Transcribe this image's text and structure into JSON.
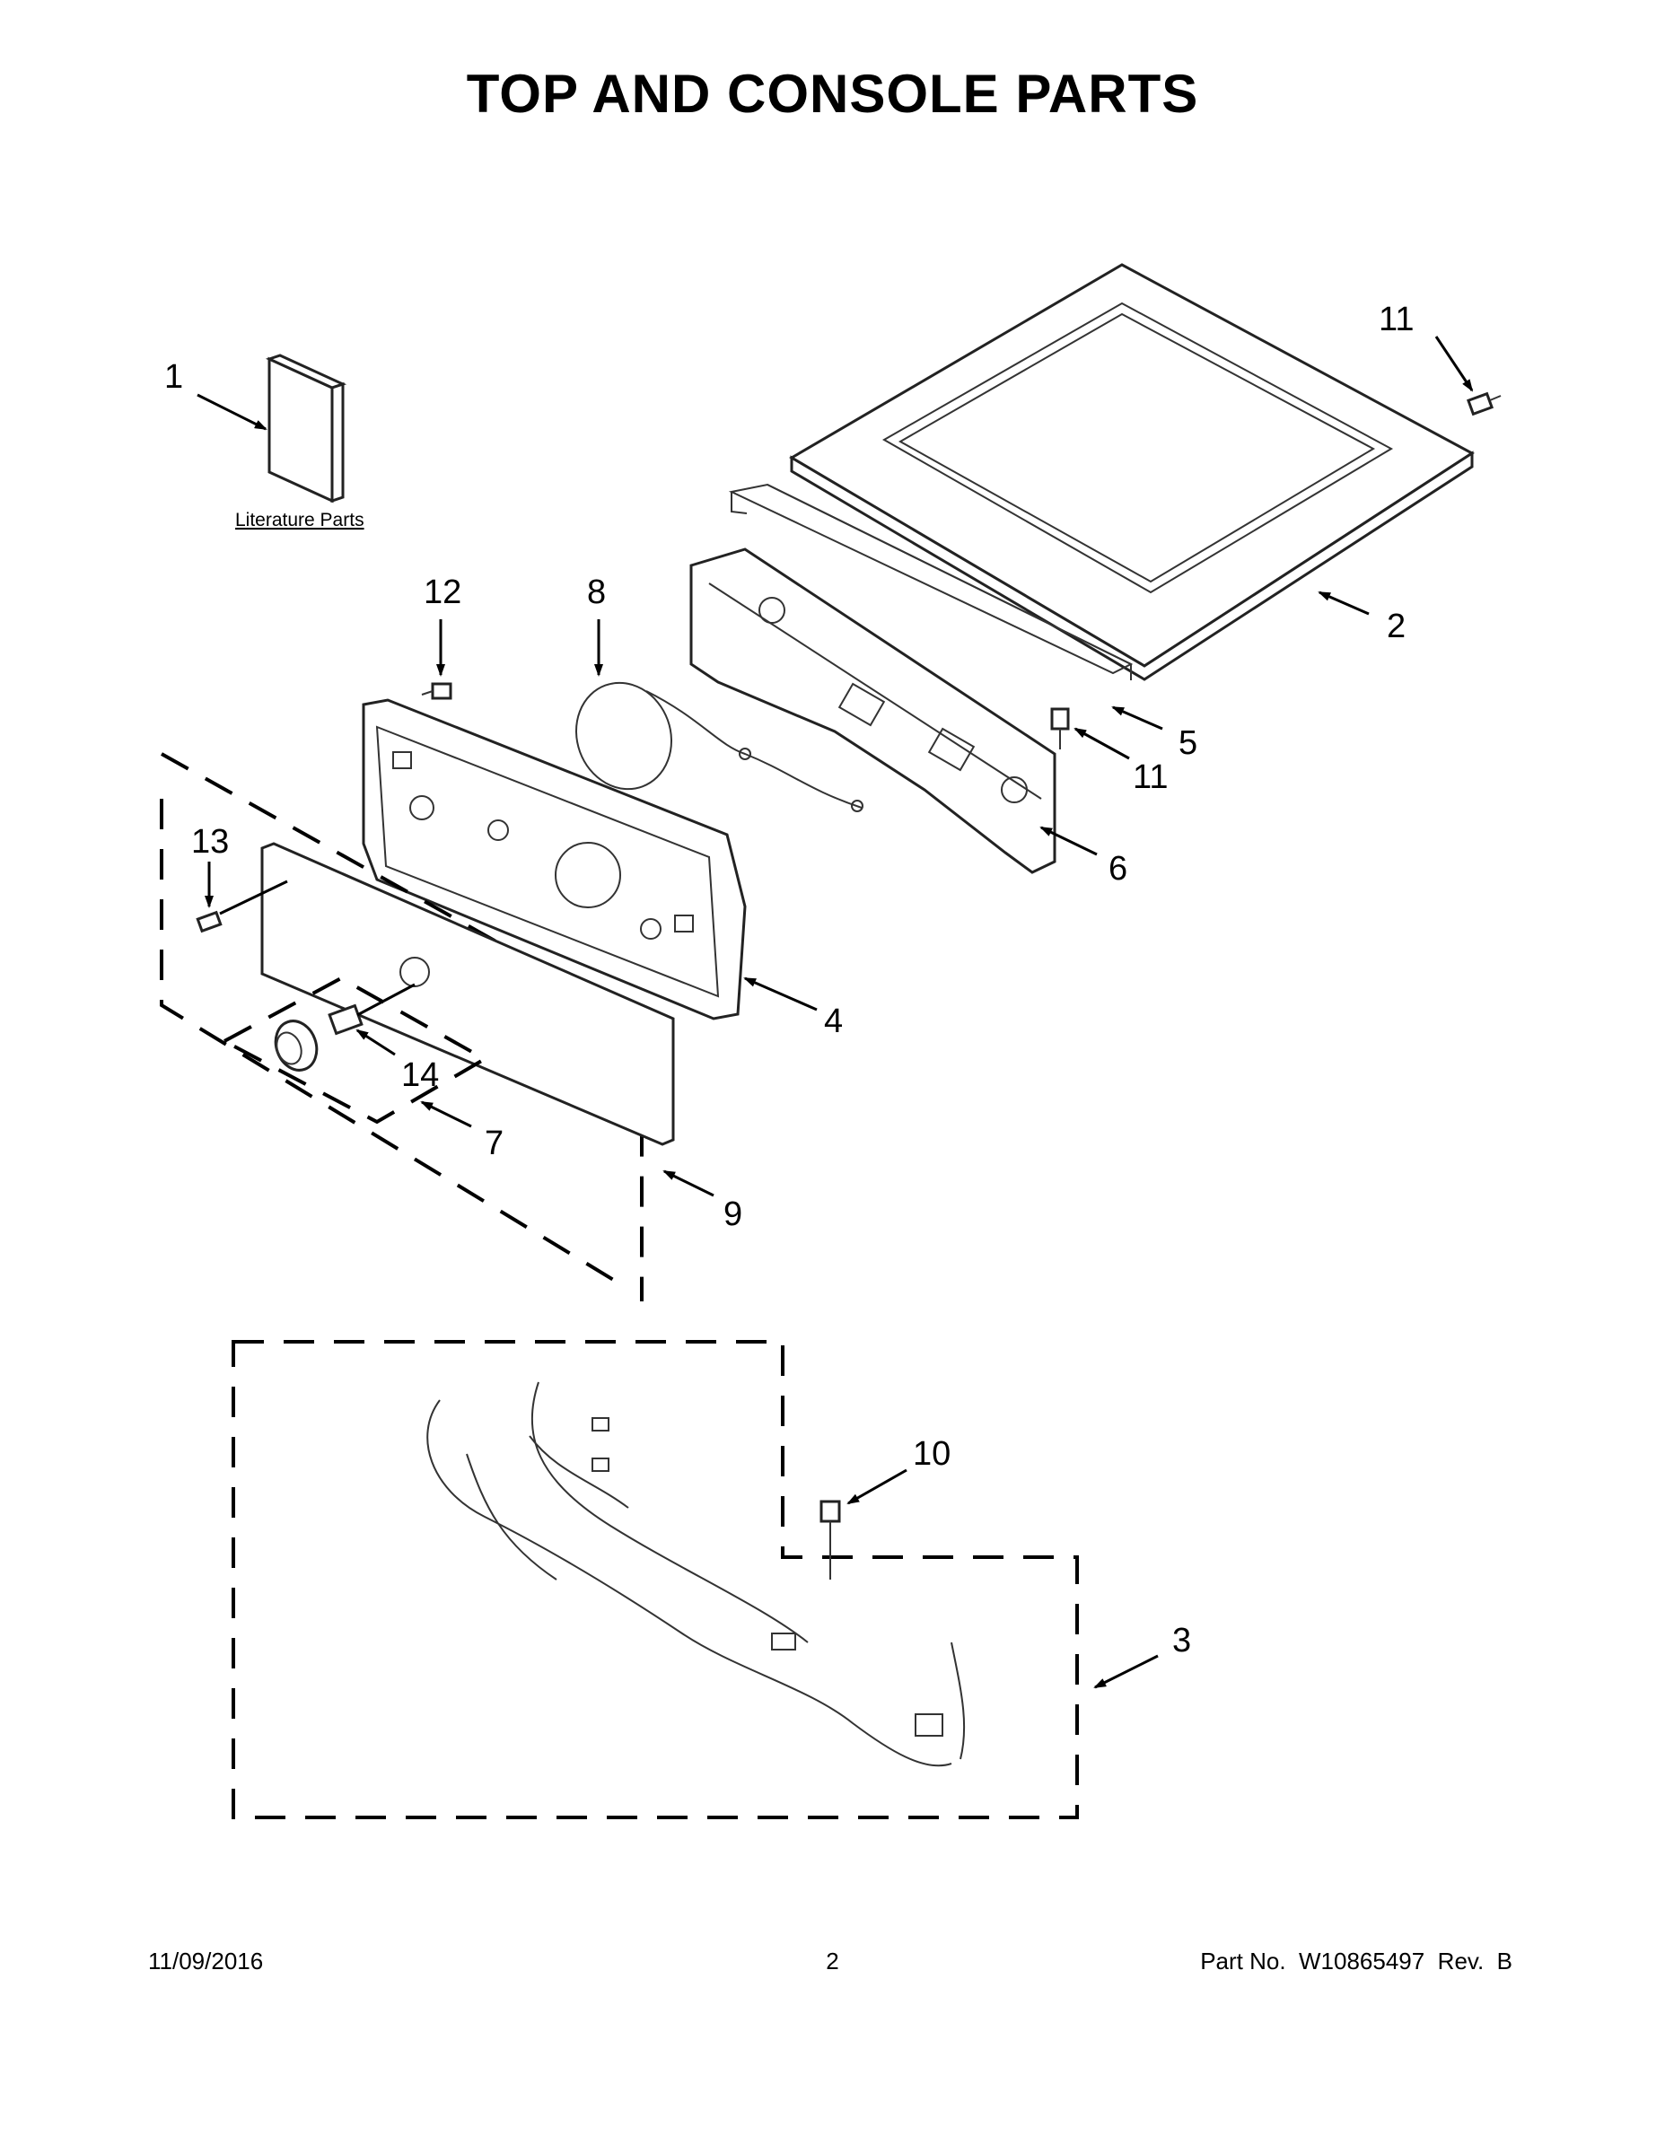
{
  "title": "TOP AND CONSOLE PARTS",
  "literature_label": "Literature Parts",
  "callouts": {
    "c1": "1",
    "c2": "2",
    "c3": "3",
    "c4": "4",
    "c5": "5",
    "c6": "6",
    "c7": "7",
    "c8": "8",
    "c9": "9",
    "c10": "10",
    "c11a": "11",
    "c11b": "11",
    "c12": "12",
    "c13": "13",
    "c14": "14"
  },
  "footer": {
    "date": "11/09/2016",
    "page": "2",
    "part_number": "Part No.  W10865497  Rev.  B"
  }
}
